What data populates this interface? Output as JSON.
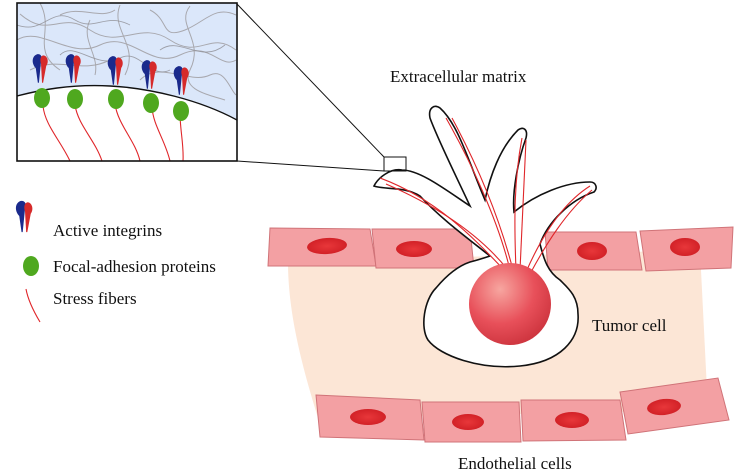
{
  "labels": {
    "extracellular_matrix": "Extracellular matrix",
    "tumor_cell": "Tumor cell",
    "endothelial_cells": "Endothelial cells"
  },
  "legend": [
    {
      "icon": "integrin-icon",
      "text": "Active integrins"
    },
    {
      "icon": "focal-adhesion-icon",
      "text": "Focal-adhesion proteins"
    },
    {
      "icon": "stress-fiber-icon",
      "text": "Stress fibers"
    }
  ],
  "colors": {
    "integrin_blue": "#1a2a8c",
    "integrin_red": "#d62a2a",
    "focal_adhesion": "#4fa81f",
    "stress_fiber": "#e0262a",
    "endothelial_cell": "#f3a0a3",
    "endothelial_nucleus": "#e02a2e",
    "tissue": "#fce6d6",
    "matrix_bg": "#dbe7fa",
    "tumor": "#e8505a"
  }
}
